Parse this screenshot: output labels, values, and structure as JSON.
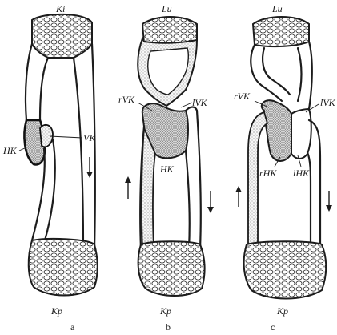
{
  "panels": [
    {
      "id": "a",
      "caption": "a",
      "top_organ": "Ki",
      "bottom_organ": "Kp",
      "labels": {
        "heart": "HK",
        "vein": "VK"
      }
    },
    {
      "id": "b",
      "caption": "b",
      "top_organ": "Lu",
      "bottom_organ": "Kp",
      "labels": {
        "heart": "HK",
        "right_atrium": "rVK",
        "left_atrium": "lVK"
      }
    },
    {
      "id": "c",
      "caption": "c",
      "top_organ": "Lu",
      "bottom_organ": "Kp",
      "labels": {
        "right_atrium": "rVK",
        "left_atrium": "lVK",
        "right_ventricle": "rHK",
        "left_ventricle": "lHK"
      }
    }
  ],
  "icons": [
    "capillary-net-icon",
    "flow-arrow-icon"
  ]
}
